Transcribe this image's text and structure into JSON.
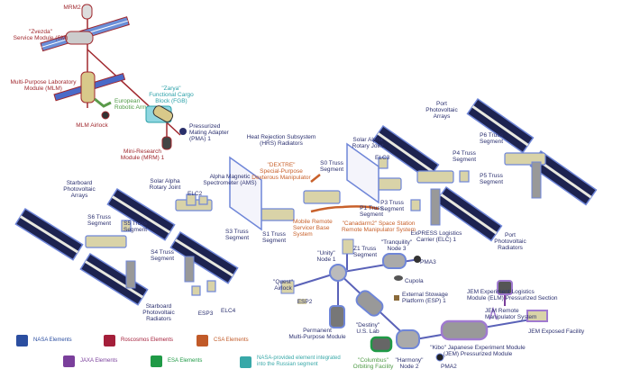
{
  "russian_segment": {
    "mrm2": "MRM2",
    "zvezda": "\"Zvezda\"\nService Module (SM)",
    "mlm": "Multi-Purpose Laboratory\nModule (MLM)",
    "mlm_airlock": "MLM Airlock",
    "mrm1": "Mini-Research\nModule (MRM) 1",
    "era": "European\nRobotic Arm",
    "zarya": "\"Zarya\"\nFunctional Cargo\nBlock (FGB)",
    "pma1": "Pressurized\nMating Adapter\n(PMA) 1"
  },
  "truss": {
    "hrs": "Heat Rejection Subsystem\n(HRS) Radiators",
    "dextre": "\"DEXTRE\"\nSpecial-Purpose\nDexterous Manipulator",
    "s0": "S0 Truss\nSegment",
    "sarj_port": "Solar Alpha\nRotary Joint",
    "elc3": "ELC3",
    "p1": "P1 Truss\nSegment",
    "p3": "P3 Truss\nSegment",
    "p4": "P4 Truss\nSegment",
    "p5": "P5 Truss\nSegment",
    "p6": "P6 Truss\nSegment",
    "port_arrays": "Port\nPhotovoltaic\nArrays",
    "elc1": "ExPRESS Logistics\nCarrier (ELC) 1",
    "port_radiators": "Port\nPhotovoltaic\nRadiators",
    "mbs": "Mobile Remote\nServicer Base\nSystem",
    "canadarm2": "\"Canadarm2\" Space Station\nRemote Manipulator System",
    "s1": "S1 Truss\nSegment",
    "s3": "S3 Truss\nSegment",
    "ams": "Alpha Magnetic\nSpectrometer (AMS)",
    "sarj_stbd": "Solar Alpha\nRotary Joint",
    "elc2": "ELC2",
    "stbd_arrays": "Starboard\nPhotovoltaic\nArrays",
    "s6": "S6 Truss\nSegment",
    "s5": "S5 Truss\nSegment",
    "s4": "S4 Truss\nSegment",
    "stbd_radiators": "Starboard\nPhotovoltaic\nRadiators",
    "esp3": "ESP3",
    "elc4": "ELC4"
  },
  "modules": {
    "z1": "Z1 Truss\nSegment",
    "unity": "\"Unity\"\nNode 1",
    "tranquility": "\"Tranquility\"\nNode 3",
    "pma3": "PMA3",
    "cupola": "Cupola",
    "quest": "\"Quest\"\nAirlock",
    "esp2": "ESP2",
    "esp1": "External Stowage\nPlatform (ESP) 1",
    "jem_elm": "JEM Experiment Logistics\nModule (ELM) Pressurized Section",
    "jem_rms": "JEM Remote\nManipulator System",
    "jem_ef": "JEM Exposed Facility",
    "pmm": "Permanent\nMulti-Purpose Module",
    "destiny": "\"Destiny\"\nU.S. Lab",
    "kibo": "\"Kibo\" Japanese Experiment Module\n(JEM) Pressurized Module",
    "columbus": "\"Columbus\"\nOrbiting Facility",
    "harmony": "\"Harmony\"\nNode 2",
    "pma2": "PMA2"
  },
  "legend": [
    {
      "label": "NASA Elements",
      "color": "#2b4ea0"
    },
    {
      "label": "Roscosmos Elements",
      "color": "#a41f3a"
    },
    {
      "label": "CSA Elements",
      "color": "#c15a28"
    },
    {
      "label": "JAXA Elements",
      "color": "#7a3f9b"
    },
    {
      "label": "ESA Elements",
      "color": "#1f9a46"
    },
    {
      "label": "NASA-provided element integrated\ninto the Russian segment",
      "color": "#38a8a8"
    }
  ]
}
